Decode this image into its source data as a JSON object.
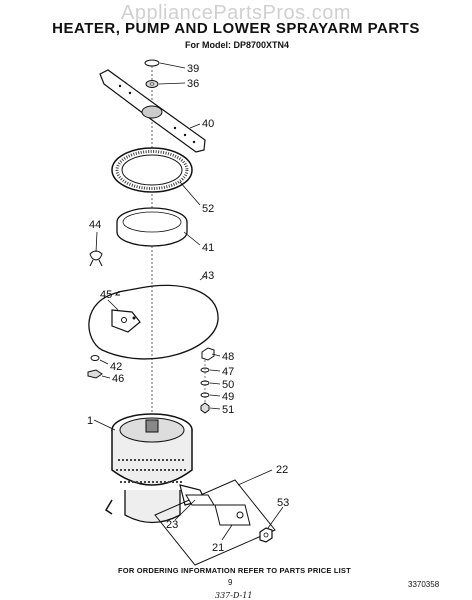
{
  "watermark": "AppliancePartsPros.com",
  "title": "HEATER, PUMP AND LOWER SPRAYARM PARTS",
  "model": "For Model: DP8700XTN4",
  "parts": [
    {
      "label": "39"
    },
    {
      "label": "36"
    },
    {
      "label": "40"
    },
    {
      "label": "52"
    },
    {
      "label": "41"
    },
    {
      "label": "44"
    },
    {
      "label": "43"
    },
    {
      "label": "45"
    },
    {
      "label": "42"
    },
    {
      "label": "46"
    },
    {
      "label": "48"
    },
    {
      "label": "47"
    },
    {
      "label": "50"
    },
    {
      "label": "49"
    },
    {
      "label": "51"
    },
    {
      "label": "1"
    },
    {
      "label": "22"
    },
    {
      "label": "53"
    },
    {
      "label": "23"
    },
    {
      "label": "21"
    }
  ],
  "footer": "FOR ORDERING INFORMATION REFER TO PARTS PRICE LIST",
  "page_number": "9",
  "doc_number": "3370358",
  "handwritten_note": "337-D-11"
}
